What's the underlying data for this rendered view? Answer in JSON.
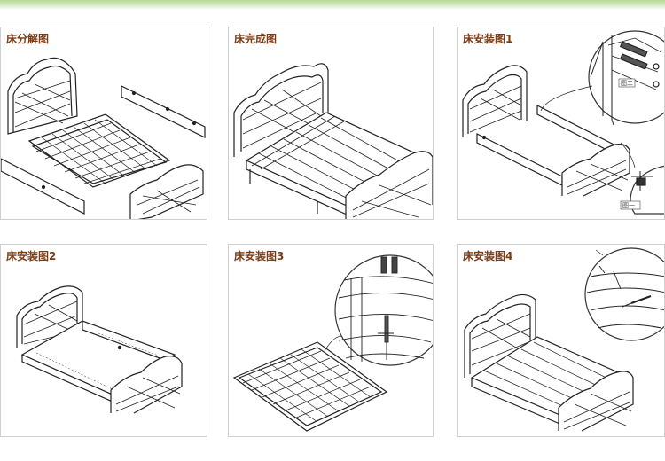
{
  "accent_color": "#7a3b15",
  "header_rule_color": "#b8d996",
  "panels": [
    {
      "title": "床分解图"
    },
    {
      "title": "床完成图"
    },
    {
      "title": "床安装图1",
      "callouts": [
        "图二",
        "图一"
      ]
    },
    {
      "title": "床安装图2"
    },
    {
      "title": "床安装图3"
    },
    {
      "title": "床安装图4"
    }
  ]
}
